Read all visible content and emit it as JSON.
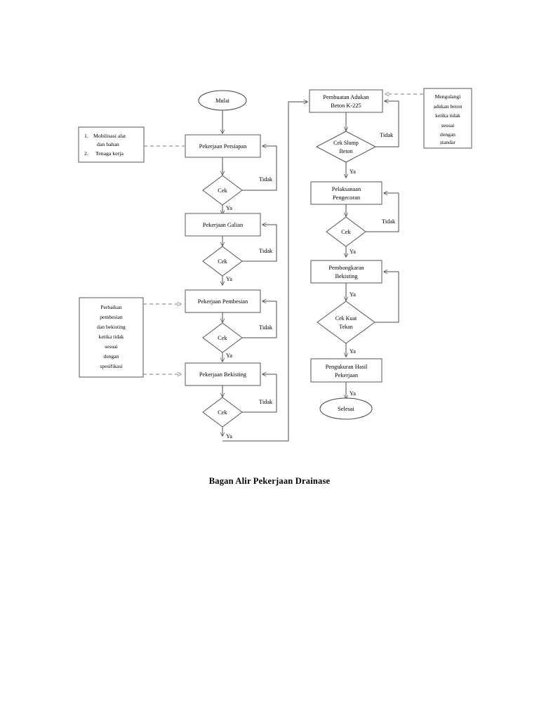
{
  "document": {
    "caption": "Bagan Alir Pekerjaan Drainase",
    "page_background": "#ffffff",
    "line_color": "#4d4d4d",
    "dashed_line_color": "#7a7a7a"
  },
  "chart_data": {
    "type": "diagram",
    "title": "Bagan Alir Pekerjaan Drainase",
    "diagram_kind": "flowchart",
    "orientation": "two-column top-to-bottom",
    "nodes": [
      {
        "id": "mulai",
        "shape": "terminator",
        "label": "Mulai",
        "column": "left"
      },
      {
        "id": "persiapan",
        "shape": "process",
        "label": "Pekerjaan Persiapan",
        "column": "left"
      },
      {
        "id": "cek1",
        "shape": "decision",
        "label": "Cek",
        "column": "left"
      },
      {
        "id": "galian",
        "shape": "process",
        "label": "Pekerjaan Galian",
        "column": "left"
      },
      {
        "id": "cek2",
        "shape": "decision",
        "label": "Cek",
        "column": "left"
      },
      {
        "id": "pembesian",
        "shape": "process",
        "label": "Pekerjaan Pembesian",
        "column": "left"
      },
      {
        "id": "cek3",
        "shape": "decision",
        "label": "Cek",
        "column": "left"
      },
      {
        "id": "bekisting",
        "shape": "process",
        "label": "Pekerjaan Bekisting",
        "column": "left"
      },
      {
        "id": "cek4",
        "shape": "decision",
        "label": "Cek",
        "column": "left"
      },
      {
        "id": "adukan",
        "shape": "process",
        "label": "Pembuatan Adukan Beton K-225",
        "column": "right"
      },
      {
        "id": "cekslump",
        "shape": "decision",
        "label": "Cek Slump Beton",
        "column": "right"
      },
      {
        "id": "pengecoran",
        "shape": "process",
        "label": "Pelaksanaan Pengecoran",
        "column": "right"
      },
      {
        "id": "cek5",
        "shape": "decision",
        "label": "Cek",
        "column": "right"
      },
      {
        "id": "bongkar",
        "shape": "process",
        "label": "Pembongkaran Bekisting",
        "column": "right"
      },
      {
        "id": "cekkuat",
        "shape": "decision",
        "label": "Cek Kuat Tekan",
        "column": "right"
      },
      {
        "id": "pengukuran",
        "shape": "process",
        "label": "Pengukuran Hasil Pekerjaan",
        "column": "right"
      },
      {
        "id": "selesai",
        "shape": "terminator",
        "label": "Selesai",
        "column": "right"
      },
      {
        "id": "note_mobilisasi",
        "shape": "note",
        "label": "1.  Mobilisasi alat dan bahan  2.  Tenaga kerja",
        "column": "left-annotation"
      },
      {
        "id": "note_perbaikan",
        "shape": "note",
        "label": "Perbaikan pembesian dan bekisting ketika tidak sesuai dengan spesifikasi",
        "column": "left-annotation"
      },
      {
        "id": "note_mengulangi",
        "shape": "note",
        "label": "Mengulangi adukan beton ketika tidak sesuai dengan standar",
        "column": "right-annotation"
      }
    ],
    "edges": [
      {
        "from": "mulai",
        "to": "persiapan",
        "label": ""
      },
      {
        "from": "persiapan",
        "to": "cek1",
        "label": ""
      },
      {
        "from": "cek1",
        "to": "persiapan",
        "label": "Tidak"
      },
      {
        "from": "cek1",
        "to": "galian",
        "label": "Ya"
      },
      {
        "from": "galian",
        "to": "cek2",
        "label": ""
      },
      {
        "from": "cek2",
        "to": "galian",
        "label": "Tidak"
      },
      {
        "from": "cek2",
        "to": "pembesian",
        "label": "Ya"
      },
      {
        "from": "pembesian",
        "to": "cek3",
        "label": ""
      },
      {
        "from": "cek3",
        "to": "pembesian",
        "label": "Tidak"
      },
      {
        "from": "cek3",
        "to": "bekisting",
        "label": "Ya"
      },
      {
        "from": "bekisting",
        "to": "cek4",
        "label": ""
      },
      {
        "from": "cek4",
        "to": "bekisting",
        "label": "Tidak"
      },
      {
        "from": "cek4",
        "to": "adukan",
        "label": "Ya"
      },
      {
        "from": "adukan",
        "to": "cekslump",
        "label": ""
      },
      {
        "from": "cekslump",
        "to": "adukan",
        "label": "Tidak"
      },
      {
        "from": "cekslump",
        "to": "pengecoran",
        "label": "Ya"
      },
      {
        "from": "pengecoran",
        "to": "cek5",
        "label": ""
      },
      {
        "from": "cek5",
        "to": "pengecoran",
        "label": "Tidak"
      },
      {
        "from": "cek5",
        "to": "bongkar",
        "label": "Ya"
      },
      {
        "from": "bongkar",
        "to": "cekkuat",
        "label": "Ya"
      },
      {
        "from": "cekkuat",
        "to": "bongkar",
        "label": ""
      },
      {
        "from": "cekkuat",
        "to": "pengukuran",
        "label": "Ya"
      },
      {
        "from": "pengukuran",
        "to": "selesai",
        "label": "Ya"
      },
      {
        "from": "note_mobilisasi",
        "to": "persiapan",
        "label": "",
        "style": "dashed"
      },
      {
        "from": "note_perbaikan",
        "to": "pembesian",
        "label": "",
        "style": "dashed"
      },
      {
        "from": "note_perbaikan",
        "to": "bekisting",
        "label": "",
        "style": "dashed"
      },
      {
        "from": "note_mengulangi",
        "to": "adukan",
        "label": "",
        "style": "dashed"
      }
    ]
  },
  "labels": {
    "mulai": "Mulai",
    "persiapan": "Pekerjaan Persiapan",
    "galian": "Pekerjaan Galian",
    "pembesian": "Pekerjaan Pembesian",
    "bekisting": "Pekerjaan Bekisting",
    "cek": "Cek",
    "adukan_line1": "Pembuatan Adukan",
    "adukan_line2": "Beton K-225",
    "cekslump_line1": "Cek Slump",
    "cekslump_line2": "Beton",
    "pengecoran_line1": "Pelaksanaan",
    "pengecoran_line2": "Pengecoran",
    "bongkar_line1": "Pembongkaran",
    "bongkar_line2": "Bekisting",
    "cekkuat_line1": "Cek Kuat",
    "cekkuat_line2": "Tekan",
    "pengukuran_line1": "Pengukuran Hasil",
    "pengukuran_line2": "Pekerjaan",
    "selesai": "Selesai",
    "ya": "Ya",
    "tidak": "Tidak"
  },
  "notes": {
    "mobilisasi": {
      "line1_num": "1.",
      "line1_text": "Mobilisasi alat",
      "line2_text": "dan bahan",
      "line3_num": "2.",
      "line3_text": "Tenaga kerja"
    },
    "perbaikan": {
      "line1": "Perbaikan",
      "line2": "pembesian",
      "line3": "dan bekisting",
      "line4": "ketika tidak",
      "line5": "sesuai",
      "line6": "dengan",
      "line7": "spesifikasi"
    },
    "mengulangi": {
      "line1": "Mengulangi",
      "line2": "adukan beton",
      "line3": "ketika tidak",
      "line4": "sesuai",
      "line5": "dengan",
      "line6": "standar"
    }
  }
}
